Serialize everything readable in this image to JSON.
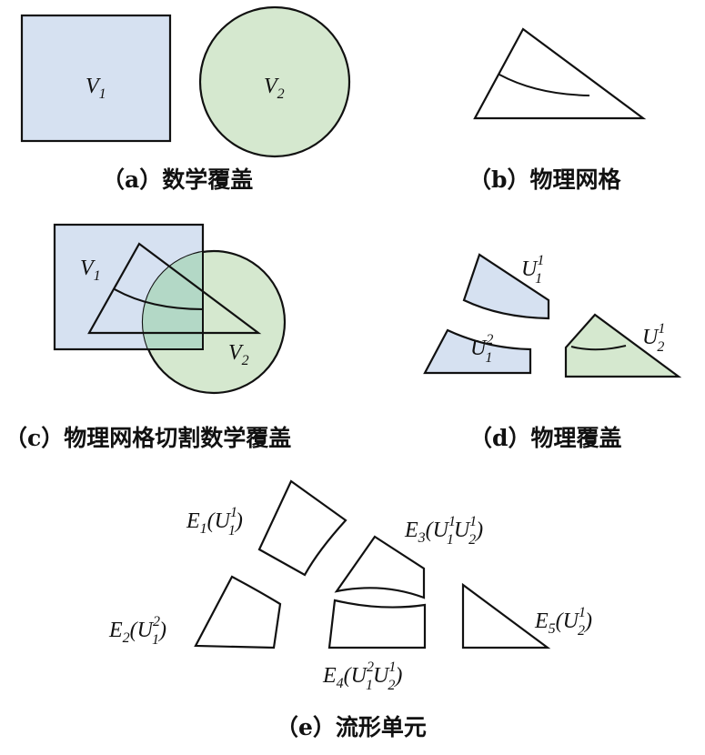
{
  "colors": {
    "blue_fill": "#d6e1f1",
    "green_fill": "#d5e8cf",
    "overlap_fill": "#b3d8c6",
    "stroke": "#111111"
  },
  "captions": {
    "a": "（a）数学覆盖",
    "b": "（b）物理网格",
    "c": "（c）物理网格切割数学覆盖",
    "d": "（d）物理覆盖",
    "e": "（e）流形单元"
  },
  "labels": {
    "a_v1": {
      "base": "V",
      "sub": "1"
    },
    "a_v2": {
      "base": "V",
      "sub": "2"
    },
    "c_v1": {
      "base": "V",
      "sub": "1"
    },
    "c_v2": {
      "base": "V",
      "sub": "2"
    },
    "d_u11": {
      "base": "U",
      "sub": "1",
      "sup": "1"
    },
    "d_u12": {
      "base": "U",
      "sub": "1",
      "sup": "2"
    },
    "d_u21": {
      "base": "U",
      "sub": "2",
      "sup": "1"
    },
    "e1": {
      "base": "E",
      "sub": "1",
      "open": "(",
      "u": "U",
      "usub": "1",
      "usup": "1",
      "close": ")"
    },
    "e2": {
      "base": "E",
      "sub": "2",
      "open": "(",
      "u": "U",
      "usub": "1",
      "usup": "2",
      "close": ")"
    },
    "e3": {
      "base": "E",
      "sub": "3",
      "open": "(",
      "u": "U",
      "usub": "1",
      "usup": "1",
      "u2": "U",
      "u2sub": "2",
      "u2sup": "1",
      "close": ")"
    },
    "e4": {
      "base": "E",
      "sub": "4",
      "open": "(",
      "u": "U",
      "usub": "1",
      "usup": "2",
      "u2": "U",
      "u2sub": "2",
      "u2sup": "1",
      "close": ")"
    },
    "e5": {
      "base": "E",
      "sub": "5",
      "open": "(",
      "u": "U",
      "usub": "2",
      "usup": "1",
      "close": ")"
    }
  }
}
